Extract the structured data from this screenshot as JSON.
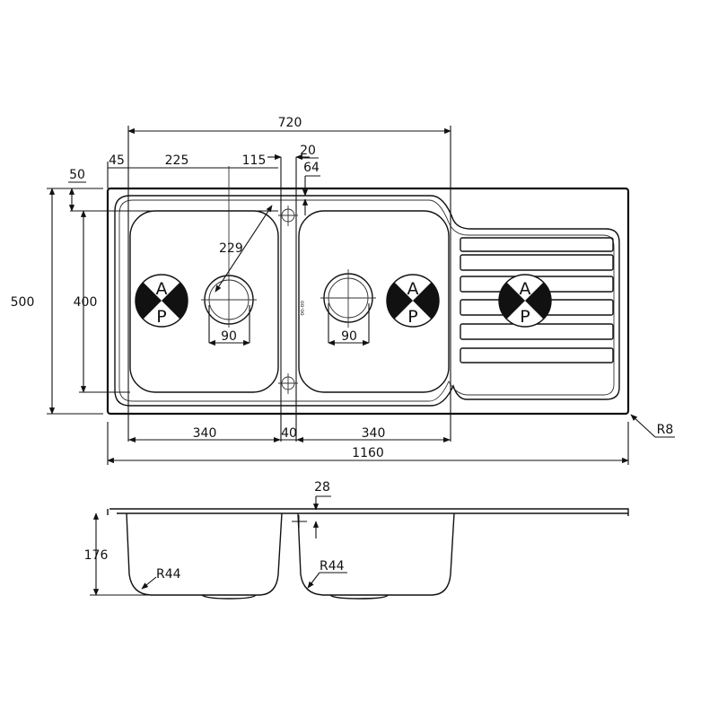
{
  "top_view": {
    "dims": {
      "overall_bowls_width": "720",
      "edge_offset": "45",
      "drain_offset": "225",
      "drain_to_divider": "115",
      "divider_width": "20",
      "overflow_offset": "64",
      "rim_offset": "50",
      "overall_depth": "500",
      "bowl_depth": "400",
      "overflow_distance": "229",
      "drain_left_diameter": "90",
      "drain_right_diameter": "90",
      "bowl_left_width": "340",
      "divider_gap": "40",
      "bowl_right_width": "340",
      "overall_length": "1160",
      "corner_radius": "R8"
    },
    "symbols": [
      {
        "top": "A",
        "bottom": "P"
      },
      {
        "top": "A",
        "bottom": "P"
      },
      {
        "top": "A",
        "bottom": "P"
      }
    ]
  },
  "side_view": {
    "dims": {
      "bowl_height": "176",
      "rim_thickness": "28",
      "radius_left": "R44",
      "radius_right": "R44"
    }
  }
}
